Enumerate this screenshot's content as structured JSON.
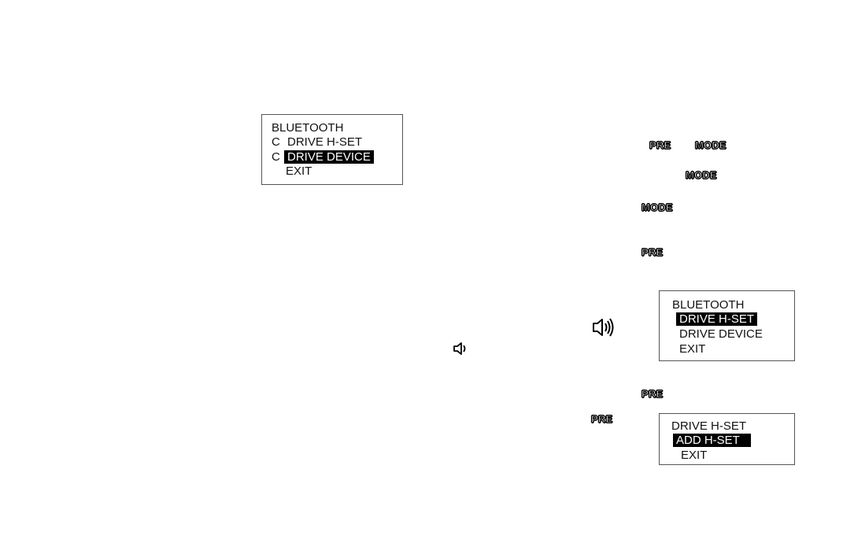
{
  "screen_left": {
    "title": "BLUETOOTH",
    "row1_prefix": "C",
    "row1_label": "DRIVE H-SET",
    "row2_prefix": "C",
    "row2_label": "DRIVE DEVICE",
    "row3_label": "EXIT"
  },
  "screen_right_top": {
    "title": "BLUETOOTH",
    "row1_label": "DRIVE H-SET",
    "row2_label": "DRIVE DEVICE",
    "row3_label": "EXIT"
  },
  "screen_right_bottom": {
    "title": "DRIVE H-SET",
    "row1_label": "ADD H-SET",
    "row2_label": "EXIT"
  },
  "buttons": {
    "pre": "PRE",
    "mode": "MODE"
  },
  "icons": {
    "speaker_loud": "speaker-loud-icon",
    "speaker_soft": "speaker-soft-icon"
  }
}
